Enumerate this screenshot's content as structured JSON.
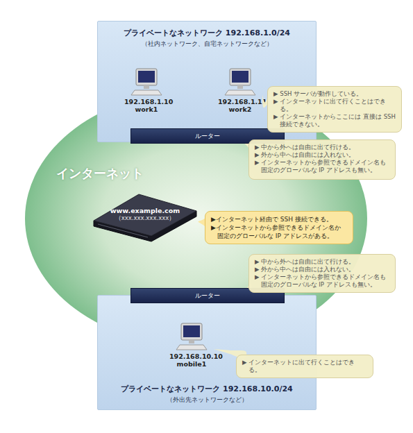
{
  "diagram": {
    "nodes": [
      {
        "text": [
          "プライベートなネットワーク 192.168.1.0/24",
          "（社内ネットワーク、自宅ネットワークなど）"
        ]
      },
      {
        "text": [
          "192.168.1.10",
          "work1"
        ],
        "in": 0
      },
      {
        "text": [
          "192.168.1.11",
          "work2"
        ],
        "in": 0
      },
      {
        "text": [
          "▶ SSH サーバが動作している。",
          "▶ インターネットに出て行くことはできる。",
          "▶ インターネットからここには 直接は SSH 接続できない。"
        ]
      },
      {
        "text": [
          "ルーター"
        ]
      },
      {
        "text": [
          "▶ 中から外へは自由に出て行ける。",
          "▶ 外から中へは自由には入れない。",
          "▶ インターネットから参照できるドメイン名も 固定のグローバルな IP アドレスも無い。"
        ]
      },
      {
        "text": [
          "インターネット"
        ]
      },
      {
        "text": [
          "www.example.com",
          "（xxx.xxx.xxx.xxx）"
        ],
        "in": 6
      },
      {
        "text": [
          "▶インターネット経由で SSH 接続できる。",
          "▶インターネットから参照できるドメイン名か 固定のグローバルな IP アドレスがある。"
        ]
      },
      {
        "text": [
          "▶ 中から外へは自由に出て行ける。",
          "▶ 外から中へは自由には入れない。",
          "▶ インターネットから参照できるドメイン名も 固定のグローバルな IP アドレスも無い。"
        ]
      },
      {
        "text": [
          "ルーター"
        ]
      },
      {
        "text": [
          "プライベートなネットワーク 192.168.10.0/24",
          "（外出先ネットワークなど）"
        ]
      },
      {
        "text": [
          "192.168.10.10",
          "mobile1"
        ],
        "in": 11
      },
      {
        "text": [
          "▶ インターネットに出て行くことはできる。"
        ]
      }
    ],
    "edges": [
      {
        "from": 2,
        "to": 3,
        "arrow": "none"
      },
      {
        "from": 4,
        "to": 5,
        "arrow": "none"
      },
      {
        "from": 7,
        "to": 8,
        "arrow": "none"
      },
      {
        "from": 10,
        "to": 9,
        "arrow": "none"
      },
      {
        "from": 12,
        "to": 13,
        "arrow": "none"
      }
    ]
  }
}
